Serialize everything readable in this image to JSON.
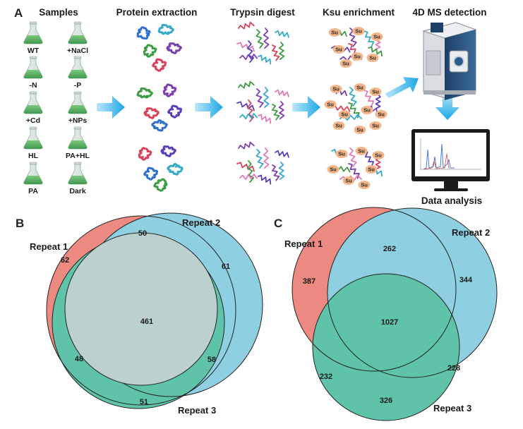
{
  "panel_a": {
    "letter": "A",
    "headers": {
      "samples": "Samples",
      "extraction": "Protein extraction",
      "digest": "Trypsin digest",
      "enrichment": "Ksu enrichment",
      "detection": "4D MS detection",
      "analysis": "Data analysis"
    },
    "samples": [
      "WT",
      "+NaCl",
      "-N",
      "-P",
      "+Cd",
      "+NPs",
      "HL",
      "PA+HL",
      "PA",
      "Dark"
    ],
    "su_label": "Su"
  },
  "panel_b": {
    "letter": "B",
    "labels": {
      "r1": "Repeat 1",
      "r2": "Repeat 2",
      "r3": "Repeat 3"
    },
    "counts": {
      "only1": "62",
      "only2": "61",
      "only3": "51",
      "r12": "50",
      "r13": "48",
      "r23": "58",
      "all": "461"
    }
  },
  "panel_c": {
    "letter": "C",
    "labels": {
      "r1": "Repeat 1",
      "r2": "Repeat 2",
      "r3": "Repeat 3"
    },
    "counts": {
      "only1": "387",
      "only2": "344",
      "only3": "326",
      "r12": "262",
      "r13": "232",
      "r23": "228",
      "all": "1027"
    }
  },
  "colors": {
    "repeat1": "#ec8a82",
    "repeat2": "#8ecfe2",
    "repeat3": "#5ec3a9",
    "center": "#bcd1cf",
    "arrow": "#1aa6e6",
    "flask_liquid": "#4aa35a"
  }
}
